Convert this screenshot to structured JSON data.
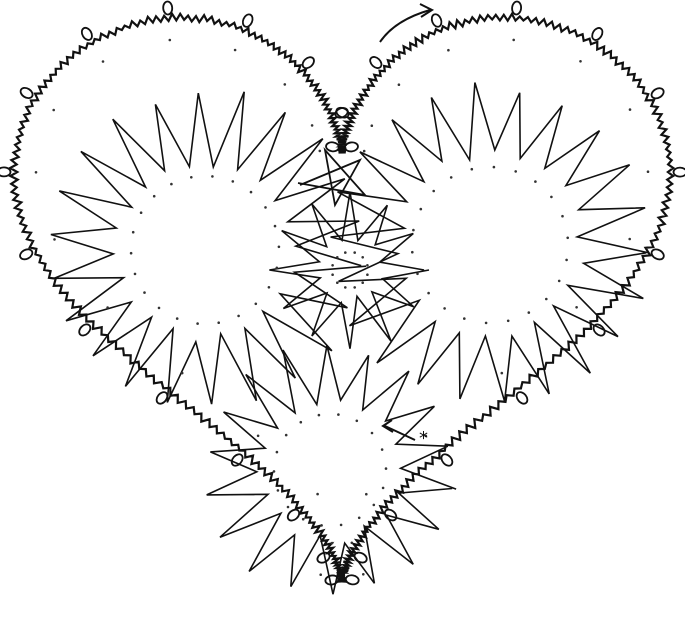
{
  "diagram": {
    "kind": "tatting-heart-pattern",
    "ink_color": "#111111",
    "background_color": "#ffffff",
    "dot_color": "#333333",
    "start_marker": "*",
    "direction_arrow_count": 2,
    "inner_motifs": [
      {
        "name": "left-lobe-star",
        "points": 22
      },
      {
        "name": "right-lobe-star",
        "points": 22
      },
      {
        "name": "bottom-star",
        "points": 18
      },
      {
        "name": "center-connector-star",
        "points": 12
      }
    ],
    "outer_border": {
      "name": "picot-edge",
      "picot_count": 30
    }
  }
}
